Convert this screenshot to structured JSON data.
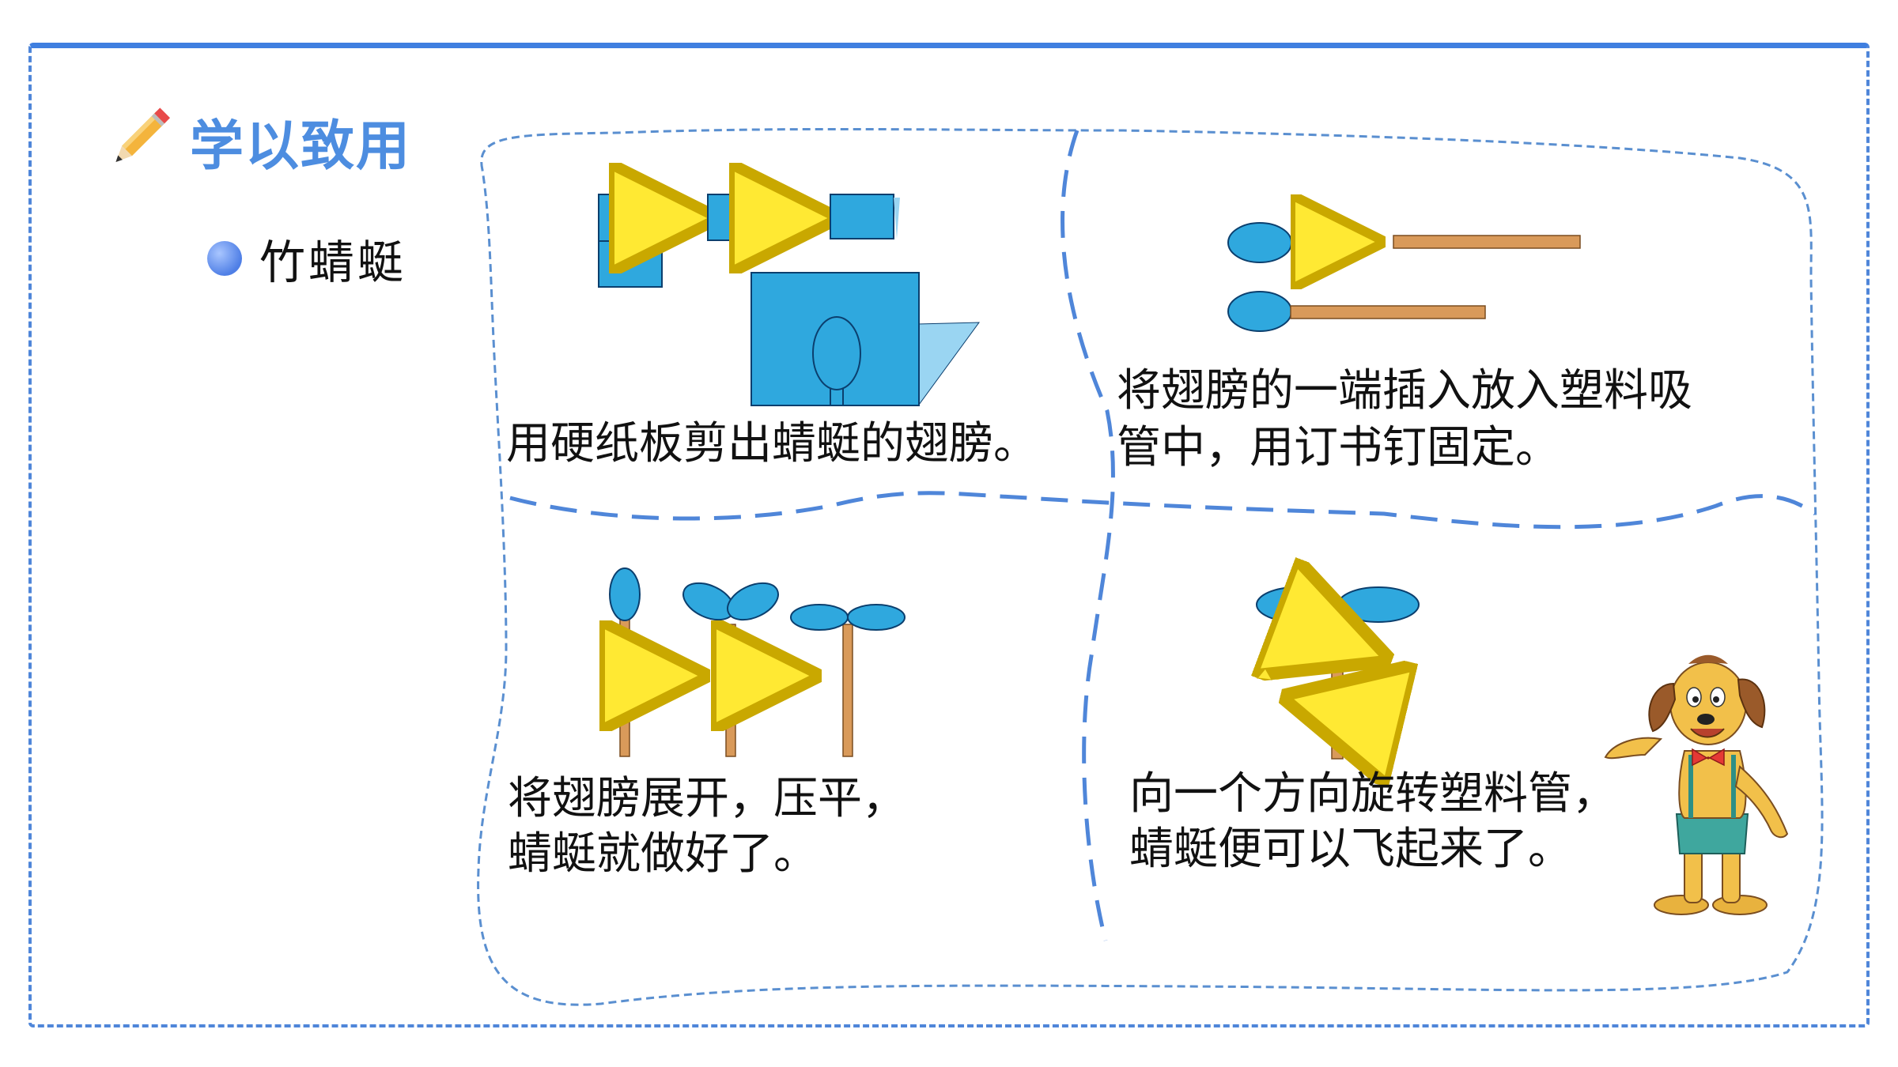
{
  "header": {
    "title": "学以致用",
    "icon": "pencil-icon"
  },
  "section": {
    "subtitle": "竹蜻蜓",
    "bullet_color": "#5b8ef0"
  },
  "steps": [
    {
      "caption_1": "用硬纸板剪出蜻蜓的翅膀。",
      "caption_2": ""
    },
    {
      "caption_1": "将翅膀的一端插入放入塑料吸",
      "caption_2": "管中，用订书钉固定。"
    },
    {
      "caption_1": "将翅膀展开，压平，",
      "caption_2": "蜻蜓就做好了。"
    },
    {
      "caption_1": "向一个方向旋转塑料管，",
      "caption_2": "蜻蜓便可以飞起来了。"
    }
  ],
  "colors": {
    "frame": "#4f86d9",
    "title": "#4d8de0",
    "paper_blue": "#2fa8de",
    "stick": "#d99a5a",
    "arrow": "#ffe933"
  },
  "mascot": "dog-mascot-icon"
}
